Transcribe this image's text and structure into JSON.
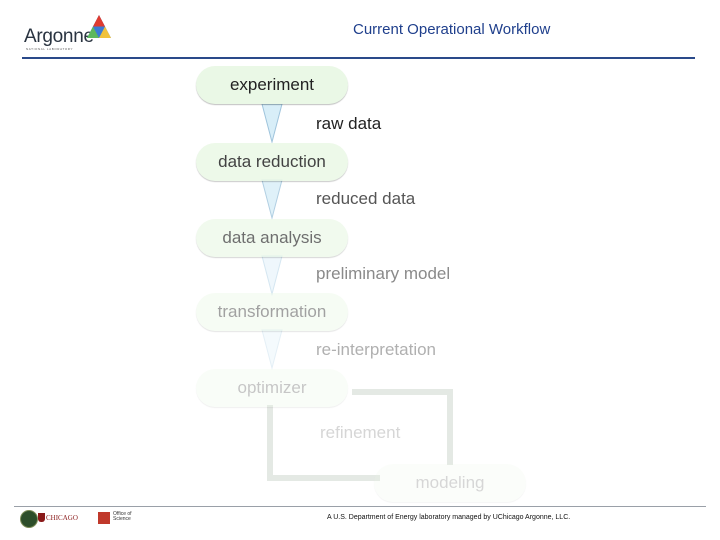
{
  "header": {
    "logo_text": "Argonne",
    "logo_subtext": "NATIONAL LABORATORY",
    "title": "Current Operational Workflow"
  },
  "workflow": {
    "nodes": [
      {
        "id": "experiment",
        "label": "experiment"
      },
      {
        "id": "data-reduction",
        "label": "data reduction"
      },
      {
        "id": "data-analysis",
        "label": "data analysis"
      },
      {
        "id": "transformation",
        "label": "transformation"
      },
      {
        "id": "optimizer",
        "label": "optimizer"
      },
      {
        "id": "modeling",
        "label": "modeling"
      }
    ],
    "edges": [
      {
        "id": "raw-data",
        "label": "raw data"
      },
      {
        "id": "reduced-data",
        "label": "reduced data"
      },
      {
        "id": "preliminary-model",
        "label": "preliminary model"
      },
      {
        "id": "re-interpretation",
        "label": "re-interpretation"
      },
      {
        "id": "refinement",
        "label": "refinement"
      }
    ]
  },
  "footer": {
    "text": "A U.S. Department of Energy laboratory managed by UChicago Argonne, LLC.",
    "uchicago_text": "CHICAGO",
    "office_text": "Office of Science"
  },
  "colors": {
    "node_fill": "#eaf8e6",
    "title_blue": "#1f3f8c",
    "rule_blue": "#2a4a8a"
  }
}
